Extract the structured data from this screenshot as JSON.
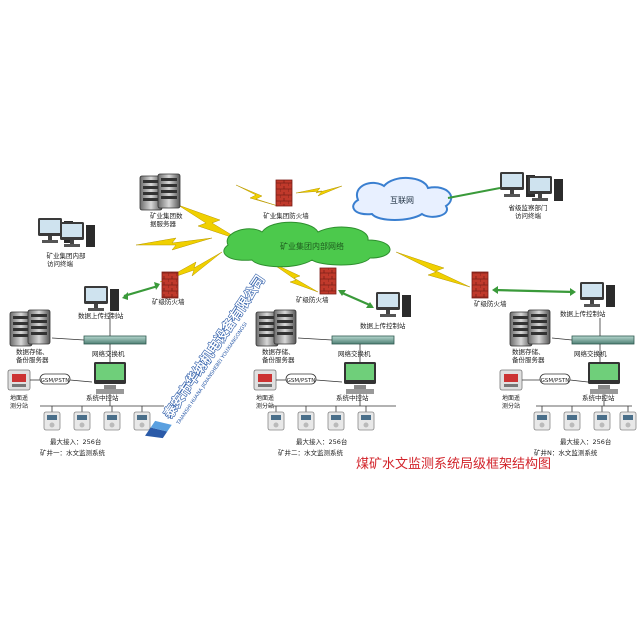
{
  "title": "煤矿水文监测系统局级框架结构图",
  "watermark": {
    "cn": "泰安市华纳机电设备有限公司",
    "en": "TAIANSHI HUANA JIDIANSHEBEI YOUXIANGONGSI"
  },
  "top": {
    "group_server": "矿业集团数据服务器",
    "group_firewall": "矿业集团防火墙",
    "internet": "互联网",
    "provincial_terminal": "省级监察部门访问终端",
    "group_terminal": "矿业集团内部访问终端",
    "group_network": "矿业集团内部网络"
  },
  "mines": [
    {
      "firewall": "矿级防火墙",
      "upload_station": "数据上传控制站",
      "storage_server": "数据存储、备份服务器",
      "switch": "网络交换机",
      "gsm": "GSM/PSTN",
      "ground_station": "地面遥测分站",
      "center_station": "系统中控站",
      "max_access": "最大接入：256台",
      "system_name": "矿井一：水文监测系统"
    },
    {
      "firewall": "矿级防火墙",
      "upload_station": "数据上传控制站",
      "storage_server": "数据存储、备份服务器",
      "switch": "网络交换机",
      "gsm": "GSM/PSTN",
      "ground_station": "地面遥测分站",
      "center_station": "系统中控站",
      "max_access": "最大接入：256台",
      "system_name": "矿井二：水文监测系统"
    },
    {
      "firewall": "矿级防火墙",
      "upload_station": "数据上传控制站",
      "storage_server": "数据存储、备份服务器",
      "switch": "网络交换机",
      "gsm": "GSM/PSTN",
      "ground_station": "地面遥测分站",
      "center_station": "系统中控站",
      "max_access": "最大接入：256台",
      "system_name": "矿井N：水文监测系统"
    }
  ],
  "colors": {
    "title": "#d2232a",
    "network_cloud": "#4cc94c",
    "internet_cloud": "#3a7fd0",
    "firewall": "#c0392b",
    "lightning": "#f0d000",
    "link_arrow": "#3a9a3a",
    "watermark": "#2a5aa8"
  }
}
